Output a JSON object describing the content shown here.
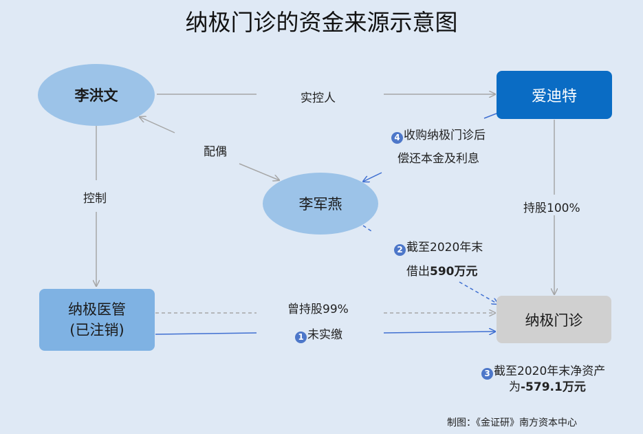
{
  "title": "纳极门诊的资金来源示意图",
  "nodes": {
    "li_hongwen": "李洪文",
    "aidite": "爱迪特",
    "li_junyan": "李军燕",
    "naji_yiguan_line1": "纳极医管",
    "naji_yiguan_line2": "(已注销)",
    "naji_menzhen": "纳极门诊"
  },
  "edges": {
    "shikongren": "实控人",
    "peiou": "配偶",
    "kongzhi": "控制",
    "chigu100": "持股100%",
    "step4_num": "4",
    "step4_line1": "收购纳极门诊后",
    "step4_line2": "偿还本金及利息",
    "step2_num": "2",
    "step2_line1": "截至2020年末",
    "step2_line2_pre": "借出",
    "step2_line2_amount": "590万元",
    "cengchigu": "曾持股99%",
    "step1_num": "1",
    "step1_text": "未实缴",
    "step3_num": "3",
    "step3_line1": "截至2020年末净资产",
    "step3_line2_pre": "为",
    "step3_line2_amount": "-579.1万元"
  },
  "credit": "制图：《金证研》南方资本中心",
  "colors": {
    "background": "#dfe9f5",
    "ellipse": "#9cc3e8",
    "aidite_box": "#0a6cc4",
    "naji_yiguan_box": "#7fb2e3",
    "naji_menzhen_box": "#d0d0d0",
    "gray_arrow": "#a6a6a6",
    "blue_arrow": "#3f6fd1"
  }
}
